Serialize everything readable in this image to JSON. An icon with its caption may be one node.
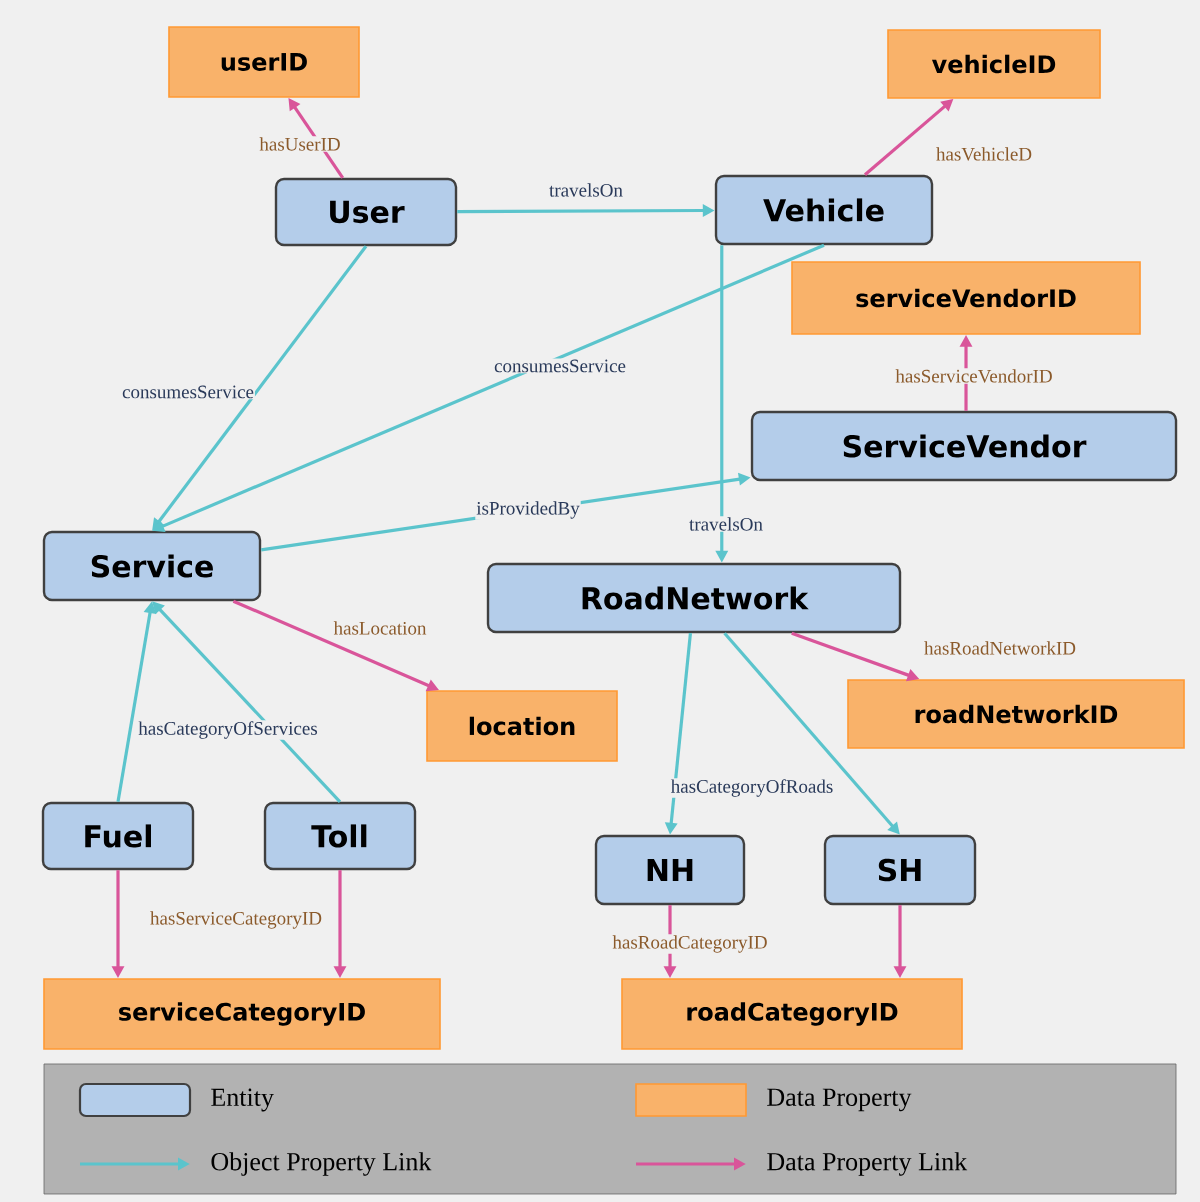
{
  "diagram": {
    "nodes": [
      {
        "text": [
          "userID"
        ]
      },
      {
        "text": [
          "vehicleID"
        ]
      },
      {
        "text": [
          "User"
        ]
      },
      {
        "text": [
          "Vehicle"
        ]
      },
      {
        "text": [
          "serviceVendorID"
        ]
      },
      {
        "text": [
          "ServiceVendor"
        ]
      },
      {
        "text": [
          "Service"
        ]
      },
      {
        "text": [
          "RoadNetwork"
        ]
      },
      {
        "text": [
          "location"
        ]
      },
      {
        "text": [
          "roadNetworkID"
        ]
      },
      {
        "text": [
          "Fuel"
        ]
      },
      {
        "text": [
          "Toll"
        ]
      },
      {
        "text": [
          "NH"
        ]
      },
      {
        "text": [
          "SH"
        ]
      },
      {
        "text": [
          "serviceCategoryID"
        ]
      },
      {
        "text": [
          "roadCategoryID"
        ]
      }
    ],
    "edges": [
      {
        "from": 2,
        "to": 0,
        "arrow": "to",
        "label": "hasUserID",
        "color": "#d9559a"
      },
      {
        "from": 3,
        "to": 1,
        "arrow": "to",
        "label": "hasVehicleD",
        "color": "#d9559a"
      },
      {
        "from": 2,
        "to": 3,
        "arrow": "to",
        "label": "travelsOn",
        "color": "#5bc4cc"
      },
      {
        "from": 2,
        "to": 6,
        "arrow": "to",
        "label": "consumesService",
        "color": "#5bc4cc"
      },
      {
        "from": 3,
        "to": 6,
        "arrow": "to",
        "label": "consumesService",
        "color": "#5bc4cc"
      },
      {
        "from": 6,
        "to": 5,
        "arrow": "to",
        "label": "isProvidedBy",
        "color": "#5bc4cc"
      },
      {
        "from": 3,
        "to": 7,
        "arrow": "to",
        "label": "travelsOn",
        "color": "#5bc4cc"
      },
      {
        "from": 5,
        "to": 4,
        "arrow": "to",
        "label": "hasServiceVendorID",
        "color": "#d9559a"
      },
      {
        "from": 6,
        "to": 8,
        "arrow": "to",
        "label": "hasLocation",
        "color": "#d9559a"
      },
      {
        "from": 7,
        "to": 9,
        "arrow": "to",
        "label": "hasRoadNetworkID",
        "color": "#d9559a"
      },
      {
        "from": 10,
        "to": 6,
        "arrow": "to",
        "label": "hasCategoryOfServices",
        "color": "#5bc4cc"
      },
      {
        "from": 11,
        "to": 6,
        "arrow": "to",
        "color": "#5bc4cc"
      },
      {
        "from": 7,
        "to": 12,
        "arrow": "to",
        "label": "hasCategoryOfRoads",
        "color": "#5bc4cc"
      },
      {
        "from": 7,
        "to": 13,
        "arrow": "to",
        "color": "#5bc4cc"
      },
      {
        "from": 10,
        "to": 14,
        "arrow": "to",
        "label": "hasServiceCategoryID",
        "color": "#d9559a"
      },
      {
        "from": 11,
        "to": 14,
        "arrow": "to",
        "color": "#d9559a"
      },
      {
        "from": 12,
        "to": 15,
        "arrow": "to",
        "label": "hasRoadCategoryID",
        "color": "#d9559a"
      },
      {
        "from": 13,
        "to": 15,
        "arrow": "to",
        "color": "#d9559a"
      }
    ],
    "legend": [
      {
        "text": "Entity",
        "color": "#b4cdea"
      },
      {
        "text": "Data Property",
        "color": "#f9b26a"
      },
      {
        "text": "Object Property Link"
      },
      {
        "text": "Data Property Link"
      }
    ]
  }
}
